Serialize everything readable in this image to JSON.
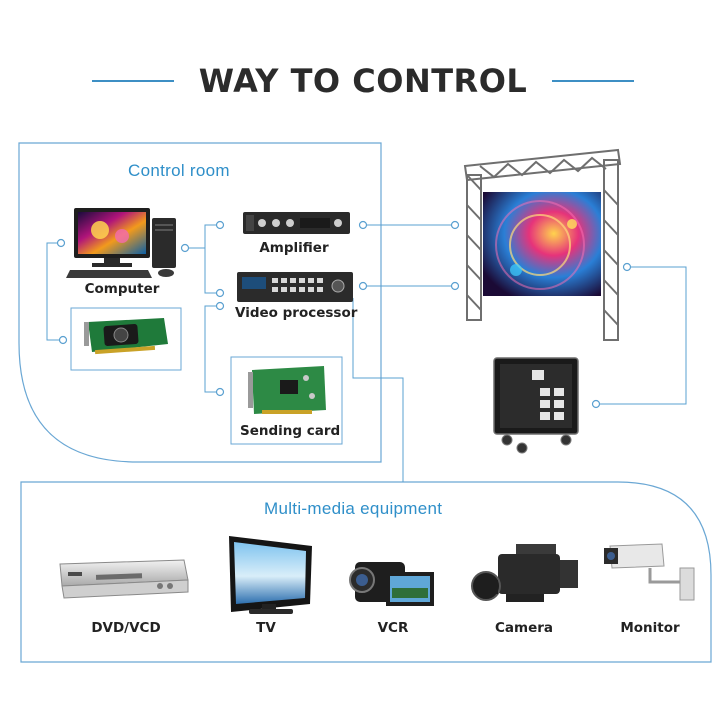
{
  "title": "WAY TO CONTROL",
  "control_room": {
    "label": "Control room",
    "devices": {
      "computer": "Computer",
      "amplifier": "Amplifier",
      "video_processor": "Video processor",
      "sending_card": "Sending card"
    }
  },
  "multimedia": {
    "label": "Multi-media equipment",
    "devices": [
      "DVD/VCD",
      "TV",
      "VCR",
      "Camera",
      "Monitor"
    ]
  },
  "colors": {
    "accent": "#3d8fc4",
    "label_blue": "#2f8fc9",
    "text": "#222222"
  }
}
